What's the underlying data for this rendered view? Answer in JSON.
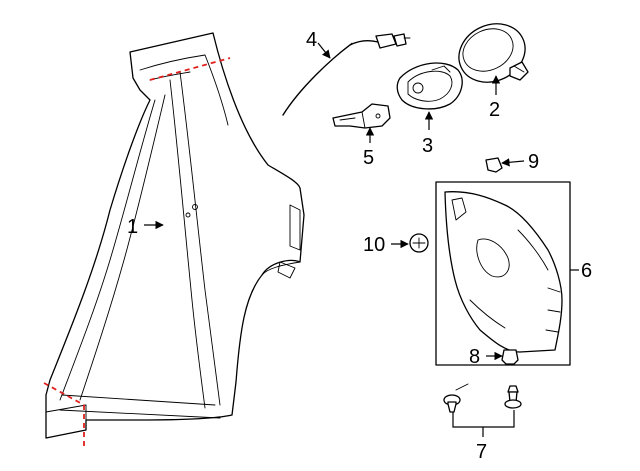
{
  "callouts": {
    "c1": "1",
    "c2": "2",
    "c3": "3",
    "c4": "4",
    "c5": "5",
    "c6": "6",
    "c7": "7",
    "c8": "8",
    "c9": "9",
    "c10": "10"
  },
  "colors": {
    "line": "#000000",
    "cut_line": "#e0201c",
    "background": "#ffffff"
  }
}
